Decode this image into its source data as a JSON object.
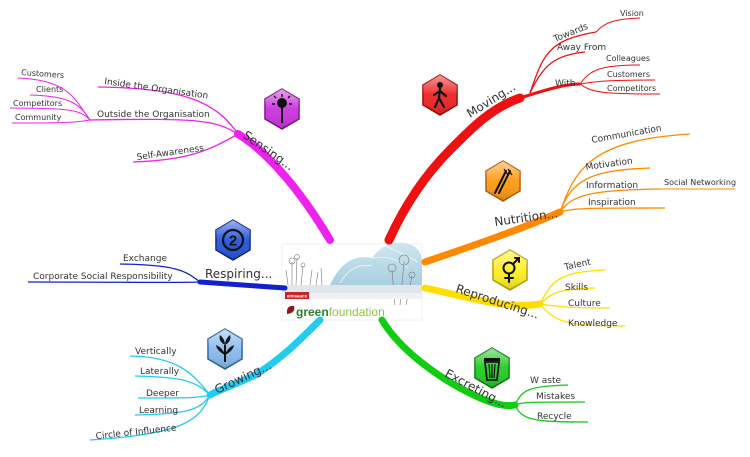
{
  "center": {
    "badge": "eimsaaco",
    "word_green": "green",
    "word_foundation": "foundation"
  },
  "colors": {
    "moving": "#ee1111",
    "nutrition": "#ff8800",
    "reproducing": "#ffdd00",
    "excreting": "#11cc11",
    "growing": "#22ccee",
    "respiring": "#1122cc",
    "sensing": "#ee22ee",
    "green": "#2e7d32",
    "foundation": "#8cc63f"
  },
  "branches": {
    "moving": {
      "label": "Moving...",
      "icon": "walking-person-icon",
      "items": [
        {
          "label": "Towards",
          "children": [
            "Vision"
          ]
        },
        {
          "label": "Away From",
          "children": []
        },
        {
          "label": "With",
          "children": [
            "Colleagues",
            "Customers",
            "Competitors"
          ]
        }
      ]
    },
    "nutrition": {
      "label": "Nutrition...",
      "icon": "fork-knife-icon",
      "items": [
        {
          "label": "Communication",
          "children": []
        },
        {
          "label": "Motivation",
          "children": []
        },
        {
          "label": "Information",
          "children": [
            "Social Networking"
          ]
        },
        {
          "label": "Inspiration",
          "children": []
        }
      ]
    },
    "reproducing": {
      "label": "Reproducing...",
      "icon": "gender-symbol-icon",
      "items": [
        {
          "label": "Talent"
        },
        {
          "label": "Skills"
        },
        {
          "label": "Culture"
        },
        {
          "label": "Knowledge"
        }
      ]
    },
    "excreting": {
      "label": "Excreting...",
      "icon": "trash-bin-icon",
      "items": [
        {
          "label": "W aste"
        },
        {
          "label": "Mistakes"
        },
        {
          "label": "Recycle"
        }
      ]
    },
    "growing": {
      "label": "Growing...",
      "icon": "plant-icon",
      "items": [
        {
          "label": "Vertically"
        },
        {
          "label": "Laterally"
        },
        {
          "label": "Deeper"
        },
        {
          "label": "Learning"
        },
        {
          "label": "Circle of Influence"
        }
      ]
    },
    "respiring": {
      "label": "Respiring...",
      "icon": "number-two-icon",
      "icon_text": "2",
      "items": [
        {
          "label": "Exchange"
        },
        {
          "label": "Corporate Social Responsibility"
        }
      ]
    },
    "sensing": {
      "label": "Sensing...",
      "icon": "sensing-tree-icon",
      "items": [
        {
          "label": "Inside the Organisation",
          "children": []
        },
        {
          "label": "Outside the Organisation",
          "children": [
            "Customers",
            "Clients",
            "Competitors",
            "Community"
          ]
        },
        {
          "label": "Self-Awareness",
          "children": []
        }
      ]
    }
  }
}
